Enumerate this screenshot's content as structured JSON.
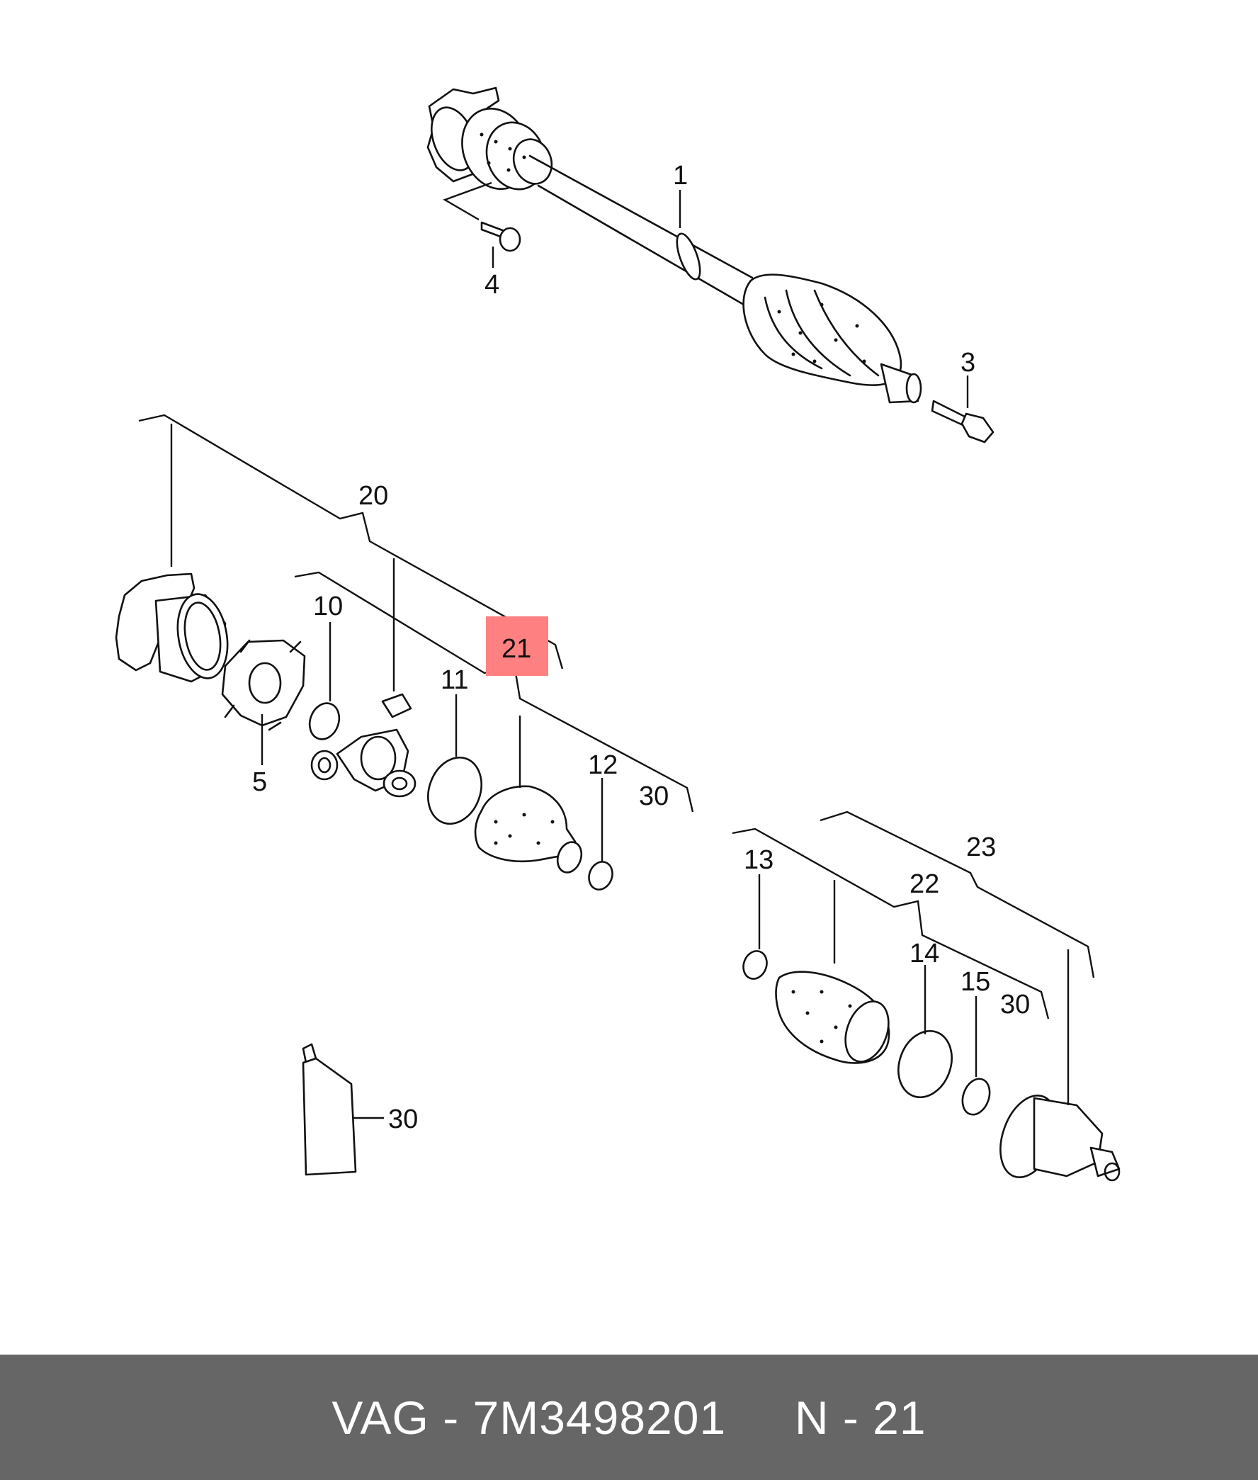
{
  "diagram": {
    "highlight_color": "#ff8080",
    "callouts": {
      "c1": "1",
      "c3": "3",
      "c4": "4",
      "c5": "5",
      "c10": "10",
      "c11": "11",
      "c12": "12",
      "c13": "13",
      "c14": "14",
      "c15": "15",
      "c20": "20",
      "c21": "21",
      "c22": "22",
      "c23": "23",
      "c30a": "30",
      "c30b": "30",
      "c30c": "30"
    }
  },
  "footer": {
    "text": "VAG - 7M3498201     N - 21",
    "background": "#666666",
    "text_color": "#ffffff"
  }
}
